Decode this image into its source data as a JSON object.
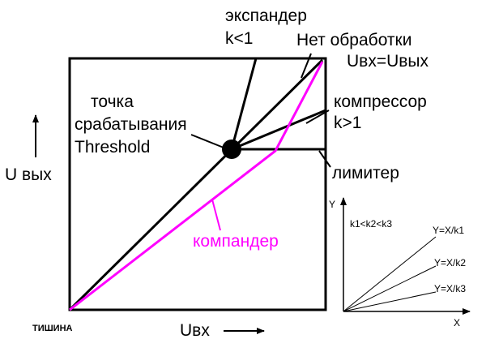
{
  "labels": {
    "expander": "экспандер",
    "expander_k": "k<1",
    "no_processing": "Нет обработки",
    "no_processing_eq": "Uвх=Uвых",
    "threshold_line1": "точка",
    "threshold_line2": "срабатывания",
    "threshold_line3": "Threshold",
    "compressor": "компрессор",
    "compressor_k": "k>1",
    "limiter": "лимитер",
    "compander": "компандер",
    "u_out": "U вых",
    "u_in": "Uвх",
    "silence": "ТИШИНА"
  },
  "inset": {
    "y_axis": "Y",
    "x_axis": "X",
    "condition": "k1<k2<k3",
    "line1": "Y=X/k1",
    "line2": "Y=X/k2",
    "line3": "Y=X/k3"
  },
  "colors": {
    "lines": "#000000",
    "compander": "#ff00ff"
  }
}
